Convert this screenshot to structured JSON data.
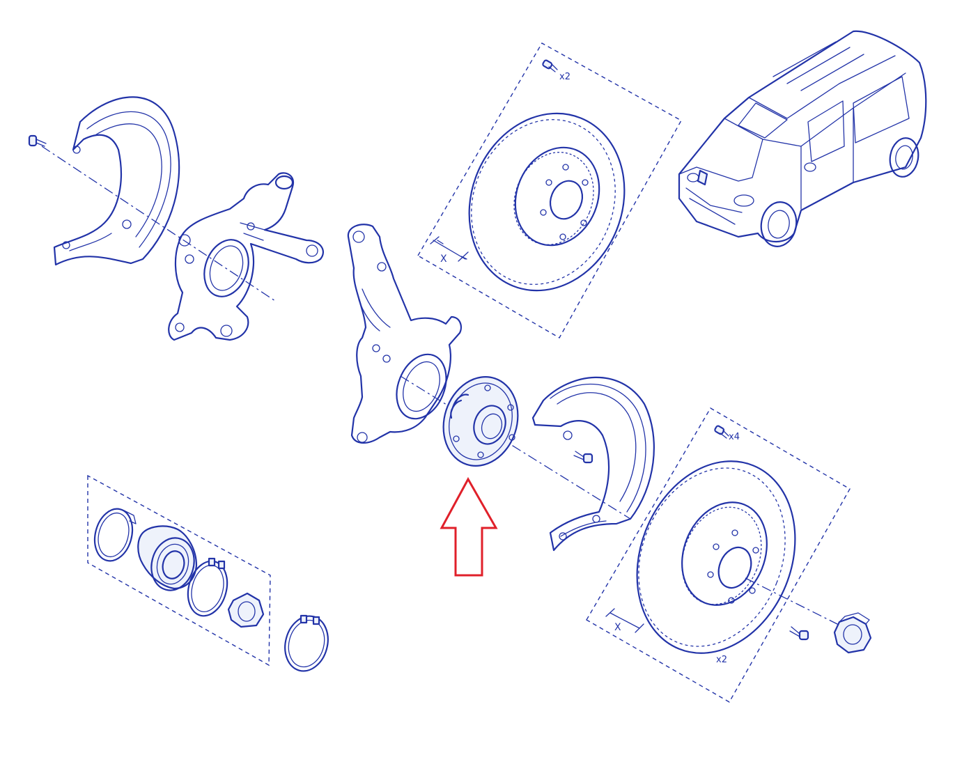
{
  "labels": {
    "disc_top_qty": "x2",
    "disc_top_dim": "X",
    "disc_bottom_screw_qty": "x4",
    "disc_bottom_dim": "X",
    "disc_bottom_qty": "x2"
  },
  "colors": {
    "line": "#2233a8",
    "fill": "#eef2fb",
    "arrow": "#e0202a"
  }
}
